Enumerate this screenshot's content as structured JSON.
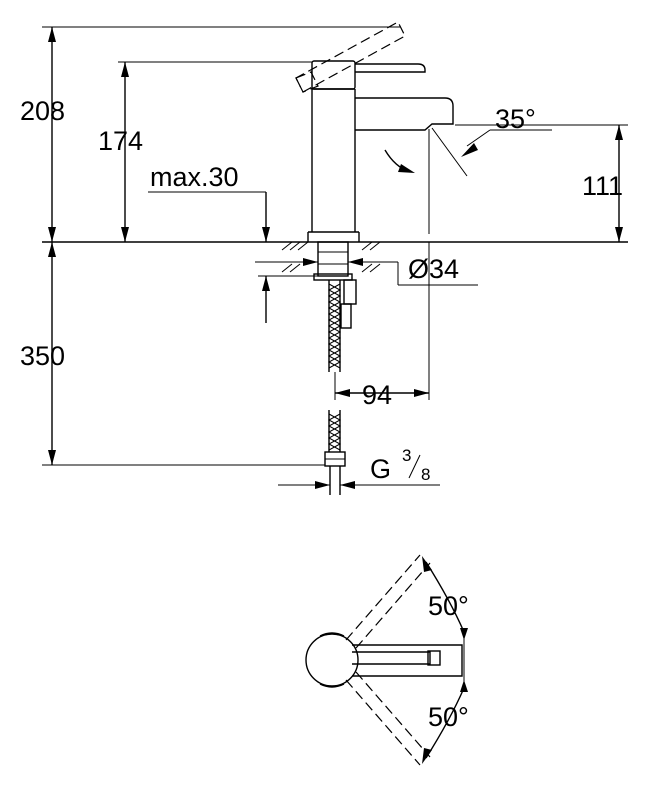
{
  "dimensions": {
    "total_height": "208",
    "spout_height": "174",
    "max_deck_thickness": "max.30",
    "spout_angle": "35°",
    "outlet_height": "111",
    "hole_diameter": "Ø34",
    "below_deck": "350",
    "projection": "94",
    "connection_base": "G",
    "connection_numerator": "3",
    "connection_denominator": "8"
  },
  "top_view": {
    "rotation_up": "50°",
    "rotation_down": "50°"
  }
}
